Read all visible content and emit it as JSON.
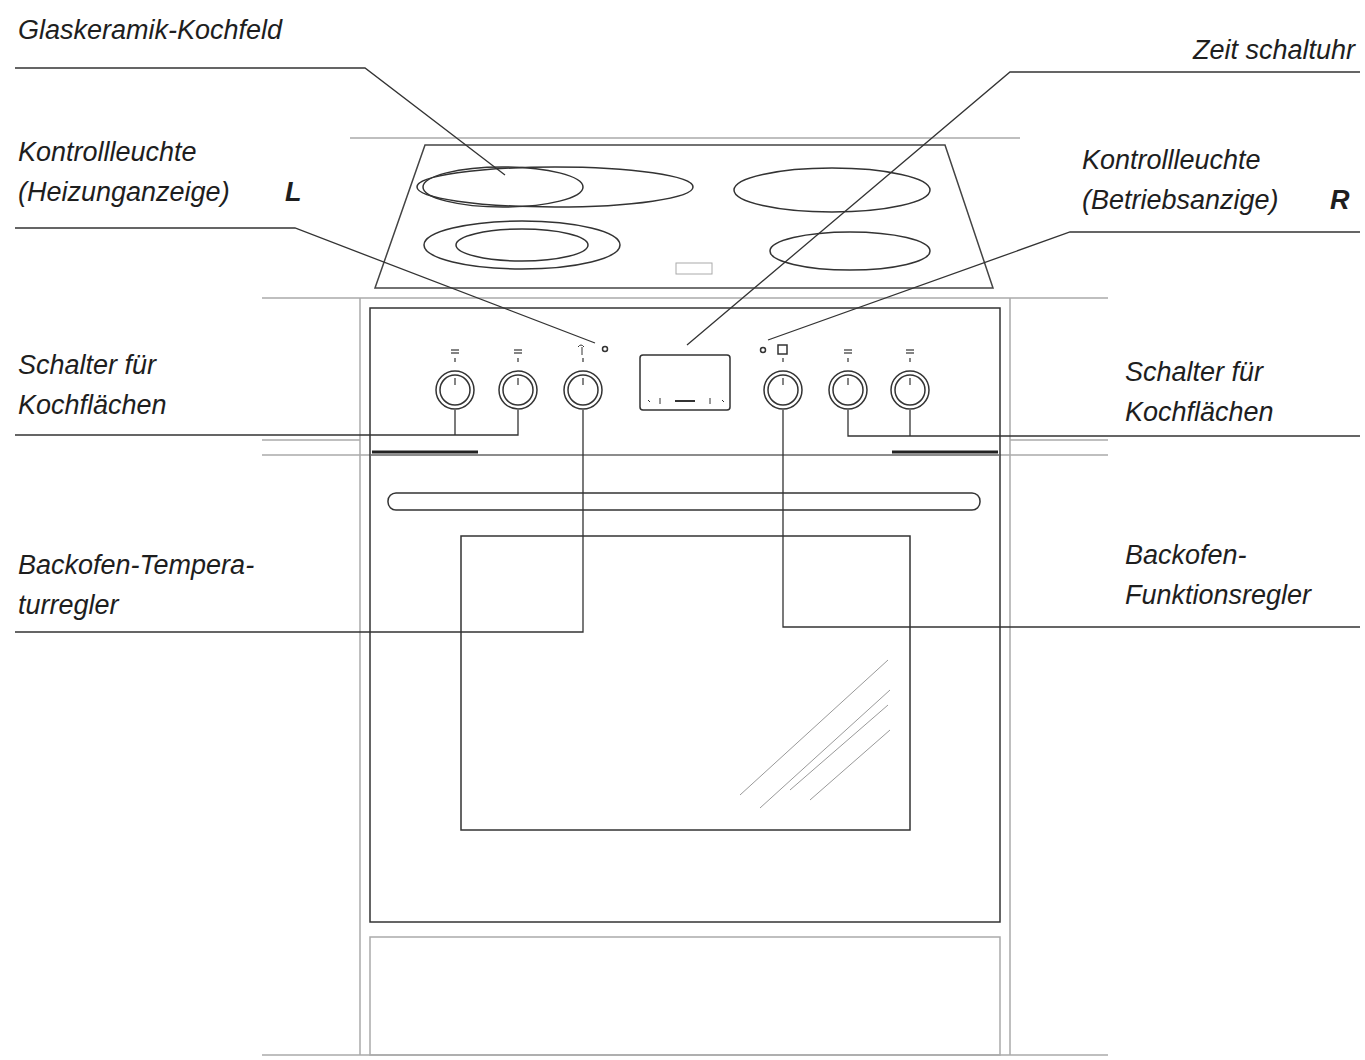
{
  "diagram": {
    "labels": [
      "Glaskeramik-Kochfeld",
      "Zeit schaltuhr",
      "Kontrollleuchte (Heizunganzeige)",
      "L",
      "Kontrollleuchte (Betriebsanzige)",
      "R",
      "Schalter für Kochflächen",
      "Schalter für Kochflächen",
      "Backofen-Tempera- turregler",
      "Backofen- Funktionsregler"
    ]
  }
}
